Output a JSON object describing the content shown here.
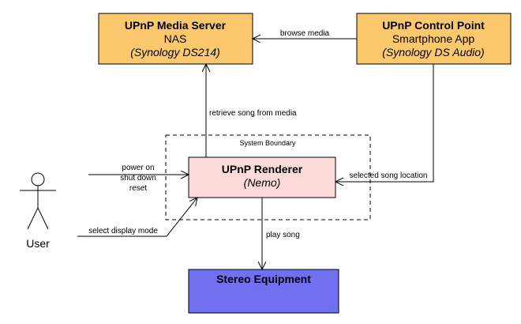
{
  "media_server": {
    "title": "UPnP Media Server",
    "subtitle": "NAS",
    "model": "(Synology DS214)",
    "fill": "#FBC86E"
  },
  "control_point": {
    "title": "UPnP Control Point",
    "subtitle": "Smartphone App",
    "model": "(Synology DS Audio)",
    "fill": "#FBC86E"
  },
  "renderer": {
    "title": "UPnP Renderer",
    "model": "(Nemo)",
    "fill": "#FCDADA"
  },
  "stereo": {
    "title": "Stereo Equipment",
    "fill": "#7070F0"
  },
  "system_boundary": {
    "label": "System Boundary"
  },
  "actor": {
    "label": "User"
  },
  "edges": {
    "browse_media": "browse media",
    "retrieve_song": "retrieve song from media",
    "power_on": "power on",
    "shut_down": "shut down",
    "reset": "reset",
    "selected_song_location": "selected song location",
    "select_display_mode": "select display mode",
    "play_song": "play song"
  }
}
